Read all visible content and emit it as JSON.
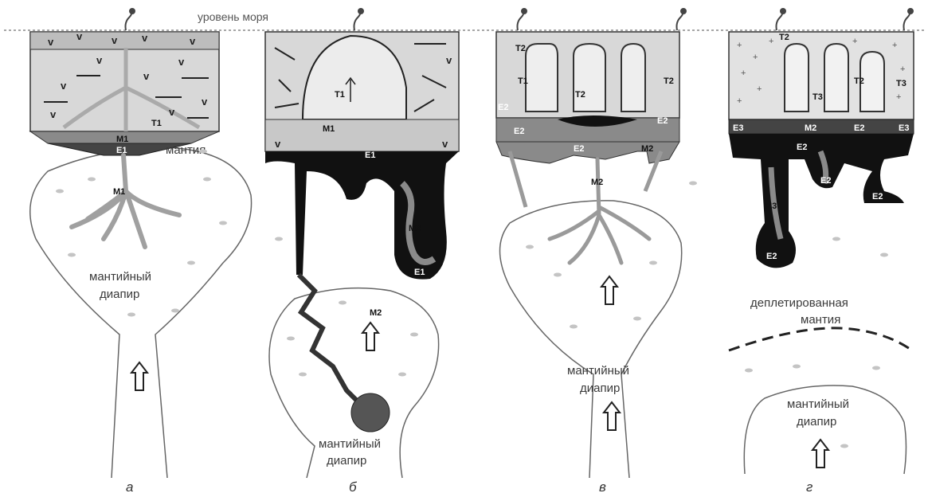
{
  "sea_level_label": "уровень моря",
  "panels": [
    {
      "letter": "а",
      "labels": {
        "t1": "T1",
        "m1_top": "M1",
        "e1": "E1",
        "mantle": "мантия",
        "m1_bottom": "M1"
      },
      "diapir_label_1": "мантийный",
      "diapir_label_2": "диапир"
    },
    {
      "letter": "б",
      "labels": {
        "t1": "T1",
        "m1": "M1",
        "e1_top": "E1",
        "m2_side": "M2",
        "e1_bottom": "E1",
        "m2_diapir": "M2"
      },
      "diapir_label_1": "мантийный",
      "diapir_label_2": "диапир"
    },
    {
      "letter": "в",
      "labels": {
        "t2_a": "T2",
        "t1": "T1",
        "t2_b": "T2",
        "t2_c": "T2",
        "e2_a": "E2",
        "e2_b": "E2",
        "e2_c": "E2",
        "e2_d": "E2",
        "m2_a": "M2",
        "m2_b": "M2"
      },
      "diapir_label_1": "мантийный",
      "diapir_label_2": "диапир"
    },
    {
      "letter": "г",
      "labels": {
        "t2_a": "T2",
        "t2_b": "T2",
        "t3_a": "T3",
        "t3_b": "T3",
        "e3_a": "E3",
        "m2": "M2",
        "e2_a": "E2",
        "e3_b": "E3",
        "e2_b": "E2",
        "e2_c": "E2",
        "e2_d": "E2",
        "m3": "M3",
        "e2_e": "E2"
      },
      "depleted_1": "деплетированная",
      "depleted_2": "мантия",
      "diapir_label_1": "мантийный",
      "diapir_label_2": "диапир"
    }
  ],
  "colors": {
    "crust_fill": "#d8d8d8",
    "dark_fill": "#111111",
    "mid_fill": "#8a8a8a",
    "dot_fill": "#c4c4c4",
    "outline": "#555555"
  }
}
